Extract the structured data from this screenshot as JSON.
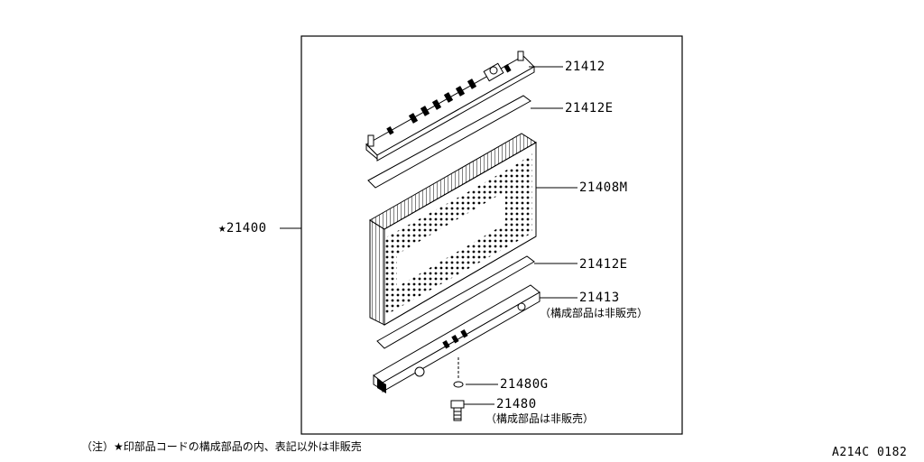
{
  "parts": {
    "assembly": "★21400",
    "upper_tank": "21412",
    "upper_seal": "21412E",
    "core": "21408M",
    "lower_seal": "21412E",
    "lower_tank": "21413",
    "lower_tank_note": "（構成部品は非販売）",
    "drain_washer": "21480G",
    "drain_plug": "21480",
    "drain_plug_note": "（構成部品は非販売）"
  },
  "footer": {
    "note": "（注）★印部品コードの構成部品の内、表記以外は非販売",
    "code": "A214C 0182"
  }
}
